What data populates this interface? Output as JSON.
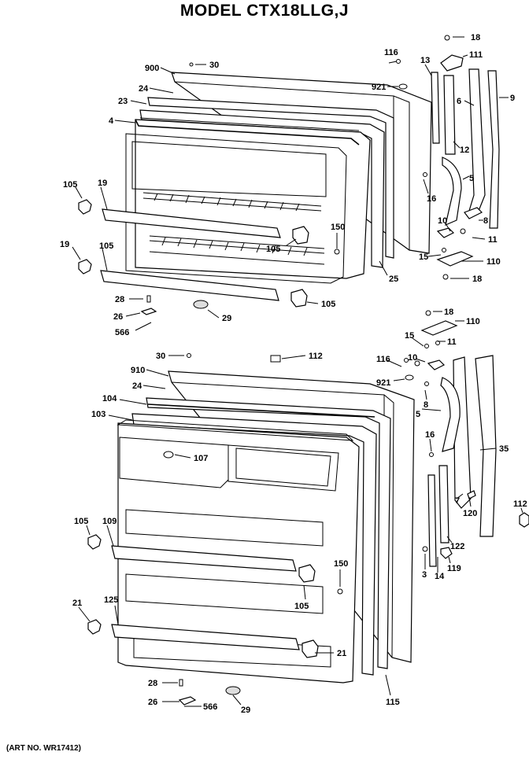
{
  "header": {
    "title": "MODEL CTX18LLG,J"
  },
  "footer": {
    "art_no": "(ART NO. WR17412)"
  },
  "callouts": [
    {
      "id": "c1",
      "text": "18"
    },
    {
      "id": "c2",
      "text": "111"
    },
    {
      "id": "c3",
      "text": "116"
    },
    {
      "id": "c4",
      "text": "13"
    },
    {
      "id": "c5",
      "text": "900"
    },
    {
      "id": "c6",
      "text": "30"
    },
    {
      "id": "c7",
      "text": "921"
    },
    {
      "id": "c8",
      "text": "9"
    },
    {
      "id": "c9",
      "text": "24"
    },
    {
      "id": "c10",
      "text": "6"
    },
    {
      "id": "c11",
      "text": "23"
    },
    {
      "id": "c12",
      "text": "4"
    },
    {
      "id": "c13",
      "text": "12"
    },
    {
      "id": "c14",
      "text": "105"
    },
    {
      "id": "c15",
      "text": "19"
    },
    {
      "id": "c16",
      "text": "16"
    },
    {
      "id": "c17",
      "text": "5"
    },
    {
      "id": "c18",
      "text": "8"
    },
    {
      "id": "c19",
      "text": "10"
    },
    {
      "id": "c20",
      "text": "11"
    },
    {
      "id": "c21",
      "text": "150"
    },
    {
      "id": "c22",
      "text": "105"
    },
    {
      "id": "c23",
      "text": "19"
    },
    {
      "id": "c24",
      "text": "105"
    },
    {
      "id": "c25",
      "text": "15"
    },
    {
      "id": "c26",
      "text": "110"
    },
    {
      "id": "c27",
      "text": "25"
    },
    {
      "id": "c28",
      "text": "18"
    },
    {
      "id": "c29",
      "text": "28"
    },
    {
      "id": "c30",
      "text": "105"
    },
    {
      "id": "c31",
      "text": "26"
    },
    {
      "id": "c32",
      "text": "29"
    },
    {
      "id": "c33",
      "text": "566"
    },
    {
      "id": "c34",
      "text": "18"
    },
    {
      "id": "c35",
      "text": "110"
    },
    {
      "id": "c36",
      "text": "15"
    },
    {
      "id": "c37",
      "text": "11"
    },
    {
      "id": "c38",
      "text": "30"
    },
    {
      "id": "c39",
      "text": "112"
    },
    {
      "id": "c40",
      "text": "116"
    },
    {
      "id": "c41",
      "text": "10"
    },
    {
      "id": "c42",
      "text": "910"
    },
    {
      "id": "c43",
      "text": "921"
    },
    {
      "id": "c44",
      "text": "24"
    },
    {
      "id": "c45",
      "text": "8"
    },
    {
      "id": "c46",
      "text": "104"
    },
    {
      "id": "c47",
      "text": "103"
    },
    {
      "id": "c48",
      "text": "5"
    },
    {
      "id": "c49",
      "text": "16"
    },
    {
      "id": "c50",
      "text": "35"
    },
    {
      "id": "c51",
      "text": "107"
    },
    {
      "id": "c52",
      "text": "7"
    },
    {
      "id": "c53",
      "text": "112"
    },
    {
      "id": "c54",
      "text": "105"
    },
    {
      "id": "c55",
      "text": "109"
    },
    {
      "id": "c56",
      "text": "120"
    },
    {
      "id": "c57",
      "text": "122"
    },
    {
      "id": "c58",
      "text": "3"
    },
    {
      "id": "c59",
      "text": "14"
    },
    {
      "id": "c60",
      "text": "119"
    },
    {
      "id": "c61",
      "text": "150"
    },
    {
      "id": "c62",
      "text": "105"
    },
    {
      "id": "c63",
      "text": "21"
    },
    {
      "id": "c64",
      "text": "125"
    },
    {
      "id": "c65",
      "text": "21"
    },
    {
      "id": "c66",
      "text": "115"
    },
    {
      "id": "c67",
      "text": "28"
    },
    {
      "id": "c68",
      "text": "26"
    },
    {
      "id": "c69",
      "text": "566"
    },
    {
      "id": "c70",
      "text": "29"
    }
  ]
}
